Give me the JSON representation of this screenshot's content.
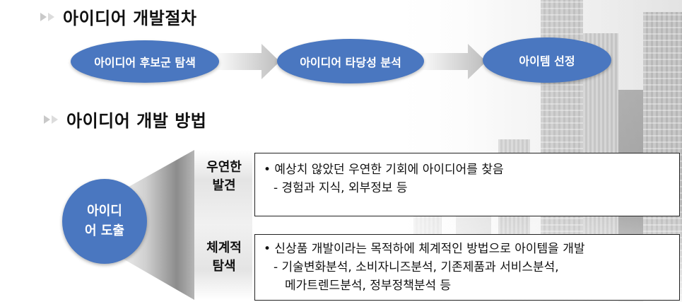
{
  "section1": {
    "title": "아이디어 개발절차"
  },
  "process": [
    {
      "label": "아이디어 후보군 탐색"
    },
    {
      "label": "아이디어 타당성 분석"
    },
    {
      "label": "아이템 선정"
    }
  ],
  "section2": {
    "title": "아이디어 개발 방법"
  },
  "center": {
    "line1": "아이디",
    "line2": "어 도출"
  },
  "methods": [
    {
      "label_line1": "우연한",
      "label_line2": "발견",
      "bullet": "• 예상치 않았던 우연한 기회에 아이디어를 찾음",
      "sub_lines": [
        "- 경험과 지식, 외부정보 등"
      ]
    },
    {
      "label_line1": "체계적",
      "label_line2": "탐색",
      "bullet": "• 신상품 개발이라는 목적하에 체계적인 방법으로 아이템을 개발",
      "sub_lines": [
        "- 기술변화분석, 소비자니즈분석, 기존제품과 서비스분석,",
        "메가트렌드분석, 정부정책분석 등"
      ]
    }
  ],
  "colors": {
    "accent": "#4a77c0",
    "chevron": "#c9c9c9",
    "funnel": "#9e9e9e"
  }
}
